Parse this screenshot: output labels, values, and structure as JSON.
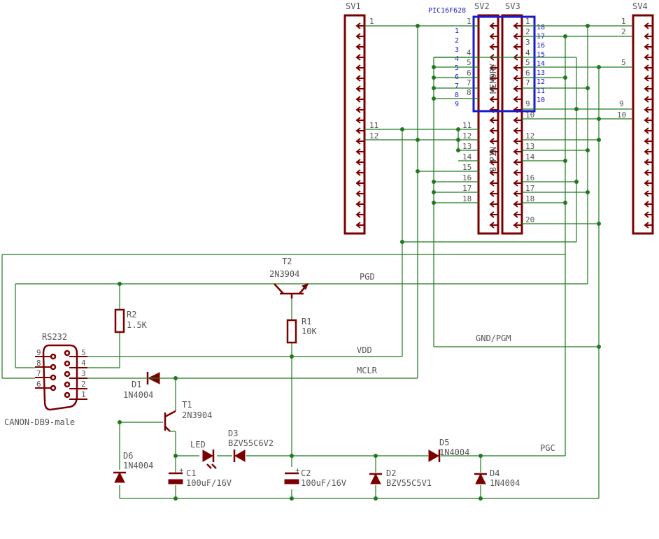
{
  "connectors": {
    "sv1": "SV1",
    "sv2": "SV2",
    "sv3": "SV3",
    "sv4": "SV4",
    "chip": "PIC16F628",
    "memory": "MEMORY",
    "pin8": "8 PIN"
  },
  "sv1_pins": [
    "1",
    "11",
    "12"
  ],
  "sv2_pins": [
    "1",
    "4",
    "5",
    "6",
    "7",
    "8",
    "11",
    "12",
    "13",
    "14",
    "15",
    "16",
    "17",
    "18"
  ],
  "sv2_blue_pins": [
    "1",
    "2",
    "3",
    "4",
    "5",
    "6",
    "7",
    "8",
    "9"
  ],
  "sv3_pins": [
    "1",
    "2",
    "3",
    "4",
    "5",
    "6",
    "7",
    "9",
    "10",
    "12",
    "13",
    "14",
    "16",
    "17",
    "18",
    "20"
  ],
  "sv3_blue_pins": [
    "18",
    "17",
    "16",
    "15",
    "14",
    "13",
    "12",
    "11",
    "10"
  ],
  "sv4_pins": [
    "1",
    "2",
    "5",
    "9",
    "10"
  ],
  "signals": {
    "pgd": "PGD",
    "vdd": "VDD",
    "mclr": "MCLR",
    "gnd_pgm": "GND/PGM",
    "pgc": "PGC"
  },
  "rs232": {
    "name": "RS232",
    "model": "CANON-DB9-male",
    "pins_left": [
      "9",
      "8",
      "7",
      "6"
    ],
    "pins_right": [
      "5",
      "4",
      "3",
      "2",
      "1"
    ]
  },
  "components": {
    "t2_name": "T2",
    "t2_value": "2N3904",
    "t1_name": "T1",
    "t1_value": "2N3904",
    "r1_name": "R1",
    "r1_value": "10K",
    "r2_name": "R2",
    "r2_value": "1.5K",
    "d1_name": "D1",
    "d1_value": "1N4004",
    "d2_name": "D2",
    "d2_value": "BZV55C5V1",
    "d3_name": "D3",
    "d3_value": "BZV55C6V2",
    "d4_name": "D4",
    "d4_value": "1N4004",
    "d5_name": "D5",
    "d5_value": "1N4004",
    "d6_name": "D6",
    "d6_value": "1N4004",
    "c1_name": "C1",
    "c1_value": "100uF/16V",
    "c2_name": "C2",
    "c2_value": "100uF/16V",
    "led_name": "LED"
  },
  "colors": {
    "wire": "#1f7a1f",
    "part": "#7a0000",
    "highlight": "#1a1acc",
    "text": "#555555"
  }
}
